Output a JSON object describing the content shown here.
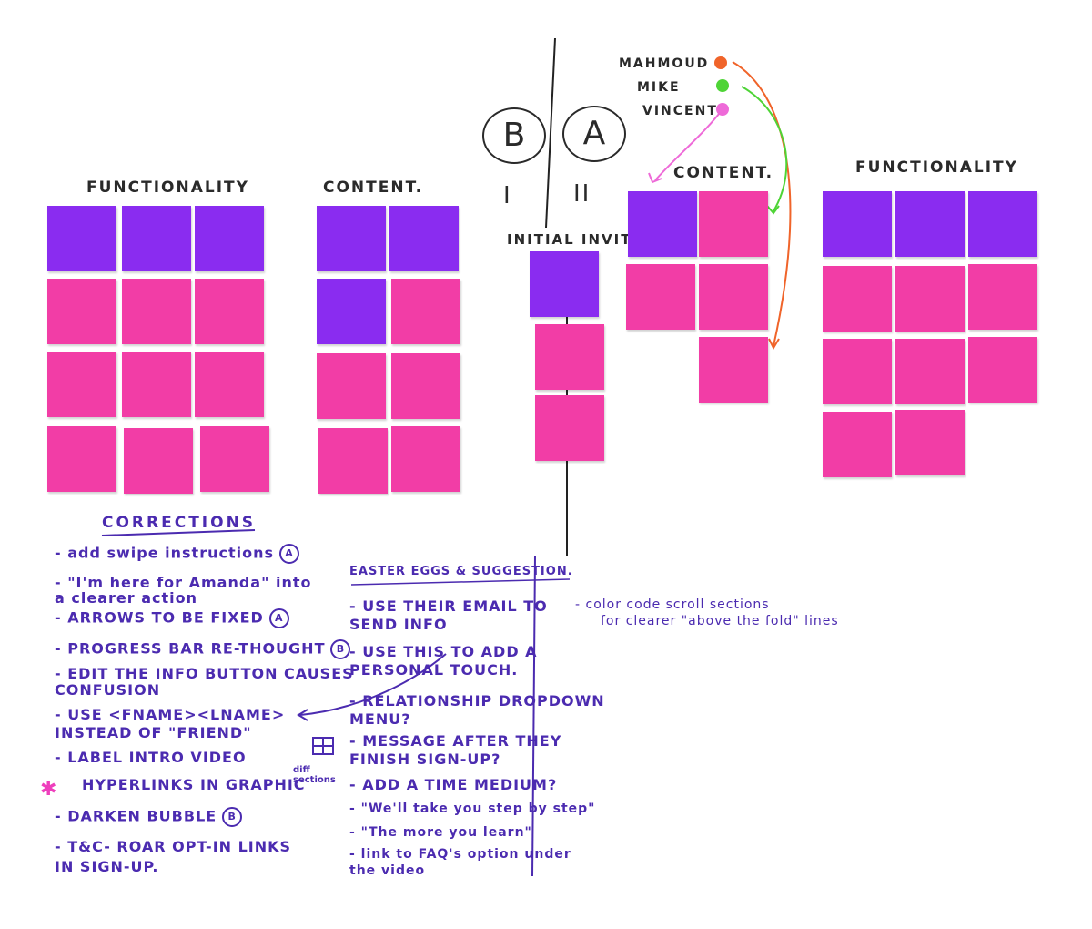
{
  "headings": {
    "functionality_left": "FUNCTIONALITY",
    "content_left": "CONTENT.",
    "initial_invite": "INITIAL INVITE",
    "content_right": "CONTENT.",
    "functionality_right": "FUNCTIONALITY"
  },
  "versions": {
    "b_label": "B",
    "a_label": "A",
    "b_count": "I",
    "a_count": "II"
  },
  "legend": [
    {
      "name": "MAHMOUD",
      "color": "#f0642a"
    },
    {
      "name": "MIKE",
      "color": "#4ed436"
    },
    {
      "name": "VINCENT",
      "color": "#ee6ad8"
    }
  ],
  "colors": {
    "purple_note": "#8a2cf0",
    "pink_note": "#f23da6",
    "ink": "#4b2bb0"
  },
  "corrections": {
    "title": "CORRECTIONS",
    "items": [
      "- add swipe instructions",
      "- \"I'm here for Amanda\" into",
      "  a clearer action",
      "- ARROWS TO BE FIXED",
      "- PROGRESS BAR RE-THOUGHT",
      "- EDIT THE INFO BUTTON CAUSES",
      "  CONFUSION",
      "- USE <FNAME><LNAME>",
      "  INSTEAD OF \"FRIEND\"",
      "- LABEL INTRO VIDEO",
      "HYPERLINKS IN GRAPHIC",
      "- DARKEN BUBBLE",
      "- T&C- ROAR OPT-IN LINKS",
      "  IN SIGN-UP."
    ],
    "markers": [
      "A",
      "A",
      "B",
      "B"
    ],
    "diff_sections": "diff sections"
  },
  "easter": {
    "title": "EASTER EGGS & SUGGESTION.",
    "items": [
      "- USE THEIR EMAIL TO",
      "  SEND INFO",
      "- USE THIS TO ADD A",
      "  PERSONAL TOUCH.",
      "- RELATIONSHIP DROPDOWN",
      "  MENU?",
      "- MESSAGE AFTER THEY",
      "  FINISH SIGN-UP?",
      "- ADD A TIME MEDIUM?",
      "- \"We'll take you step by step\"",
      "- \"The more you learn\"",
      "- link to FAQ's option under",
      "  the video"
    ]
  },
  "side_note": {
    "line1": "- color code scroll sections",
    "line2": "for clearer \"above the fold\" lines"
  }
}
